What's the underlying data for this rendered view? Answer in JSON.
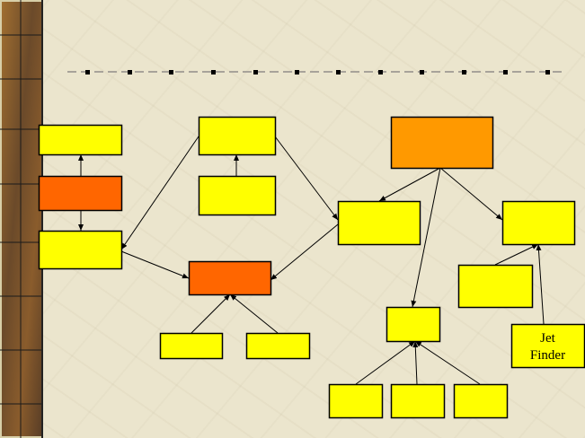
{
  "boxes": [
    {
      "id": "a1",
      "color": "#FFFF00",
      "label": ""
    },
    {
      "id": "a2",
      "color": "#FF6600",
      "label": ""
    },
    {
      "id": "a3",
      "color": "#FFFF00",
      "label": ""
    },
    {
      "id": "b1",
      "color": "#FFFF00",
      "label": ""
    },
    {
      "id": "b2",
      "color": "#FFFF00",
      "label": ""
    },
    {
      "id": "c",
      "color": "#FF6600",
      "label": ""
    },
    {
      "id": "c1",
      "color": "#FFFF00",
      "label": ""
    },
    {
      "id": "c2",
      "color": "#FFFF00",
      "label": ""
    },
    {
      "id": "d",
      "color": "#FF9900",
      "label": ""
    },
    {
      "id": "e",
      "color": "#FFFF00",
      "label": ""
    },
    {
      "id": "f",
      "color": "#FFFF00",
      "label": ""
    },
    {
      "id": "g",
      "color": "#FFFF00",
      "label": ""
    },
    {
      "id": "h",
      "color": "#FFFF00",
      "label": ""
    },
    {
      "id": "i1",
      "color": "#FFFF00",
      "label": ""
    },
    {
      "id": "i2",
      "color": "#FFFF00",
      "label": ""
    },
    {
      "id": "i3",
      "color": "#FFFF00",
      "label": ""
    },
    {
      "id": "j",
      "color": "#FFFF00",
      "label_line1": "Jet",
      "label_line2": "Finder"
    }
  ],
  "edges": [
    [
      "a2",
      "a1"
    ],
    [
      "a2",
      "a3"
    ],
    [
      "b2",
      "b1"
    ],
    [
      "b1",
      "a3"
    ],
    [
      "b1",
      "e"
    ],
    [
      "a3",
      "c"
    ],
    [
      "e",
      "c"
    ],
    [
      "c1",
      "c"
    ],
    [
      "c2",
      "c"
    ],
    [
      "d",
      "e"
    ],
    [
      "d",
      "f"
    ],
    [
      "d",
      "h"
    ],
    [
      "i1",
      "h"
    ],
    [
      "i2",
      "h"
    ],
    [
      "i3",
      "h"
    ],
    [
      "g",
      "f"
    ],
    [
      "j",
      "f"
    ]
  ]
}
